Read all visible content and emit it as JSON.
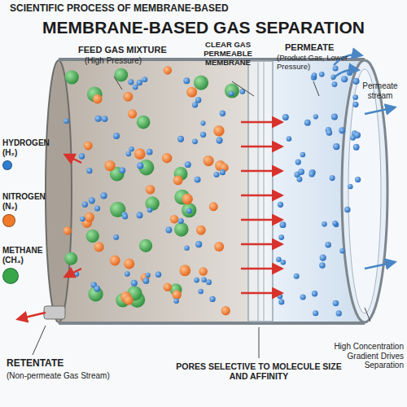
{
  "diagram": {
    "title": "MEMBRANE-BASED GAS SEPARATION",
    "labels": [
      "SCIENTIFIC PROCESS OF MEMBRANE-BASED",
      "FEED GAS MIXTURE",
      "(High Pressure)",
      "CLEAR GAS PERMEABLE MEMBRANE",
      "PERMEATE",
      "(Product Gas, Lower Pressure)",
      "Permeate stream",
      "High Concentration Gradient Drives Separation",
      "RETENTATE",
      "(Non-permeate Gas Stream)",
      "PORES SELECTIVE TO MOLECULE SIZE AND AFFINITY"
    ],
    "legend": [
      {
        "text": "HYDROGEN (H₂)",
        "color": "#2f7fd0"
      },
      {
        "text": "NITROGEN (N₂)",
        "color": "#f07a2a"
      },
      {
        "text": "METHANE (CH₄)",
        "color": "#3aa64a"
      }
    ]
  }
}
